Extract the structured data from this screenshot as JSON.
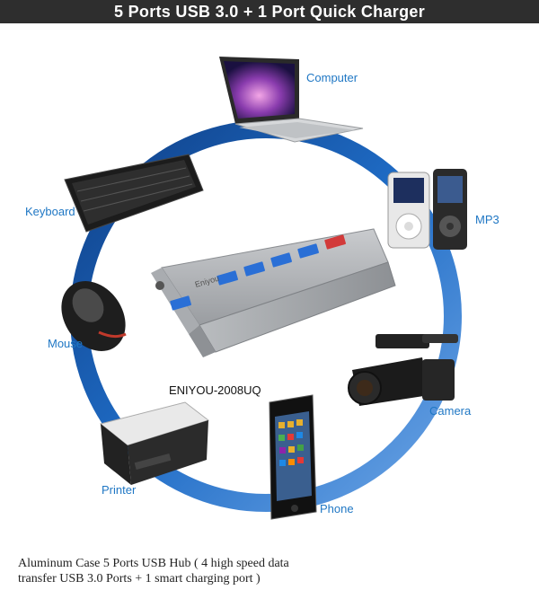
{
  "header": {
    "title": "5 Ports USB 3.0  + 1 Port Quick Charger"
  },
  "labels": {
    "computer": "Computer",
    "keyboard": "Keyboard",
    "mp3": "MP3",
    "mouse": "Mouse",
    "camera": "Camera",
    "model": "ENIYOU-2008UQ",
    "printer": "Printer",
    "phone": "Phone"
  },
  "hub_logo": "Eniyou",
  "caption": {
    "line1": "Aluminum Case 5 Ports USB Hub ( 4 high speed data",
    "line2": "transfer USB 3.0 Ports + 1 smart charging port )"
  },
  "colors": {
    "header_bg": "#2e2e2e",
    "ring_blue": "#1f5fb0",
    "label_blue": "#1f77c4",
    "usb_blue": "#2a6fd6",
    "charge_red": "#d23a3a"
  }
}
